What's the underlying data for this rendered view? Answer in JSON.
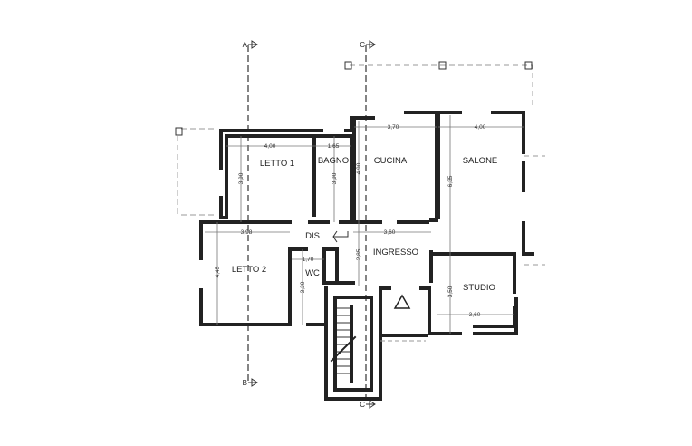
{
  "rooms": {
    "letto1": "LETTO 1",
    "bagno": "BAGNO",
    "cucina": "CUCINA",
    "salone": "SALONE",
    "dis": "DIS",
    "ingresso": "INGRESSO",
    "letto2": "LETTO 2",
    "wc": "WC",
    "studio": "STUDIO"
  },
  "dimensions": {
    "letto1_w": "4,00",
    "letto1_h": "3,90",
    "bagno_w": "1,65",
    "bagno_h": "3,90",
    "cucina_w": "3,70",
    "cucina_h": "4,90",
    "salone_w": "4,00",
    "salone_h": "6,35",
    "ingresso_w": "3,60",
    "ingresso_h": "2,85",
    "letto2_w": "3,98",
    "letto2_h": "4,45",
    "wc_w": "1,70",
    "wc_h": "3,20",
    "studio_w": "3,60",
    "studio_h": "3,50"
  },
  "sections": {
    "a_top": "A",
    "b_bottom": "B",
    "c_top": "C",
    "c_bottom": "C"
  }
}
